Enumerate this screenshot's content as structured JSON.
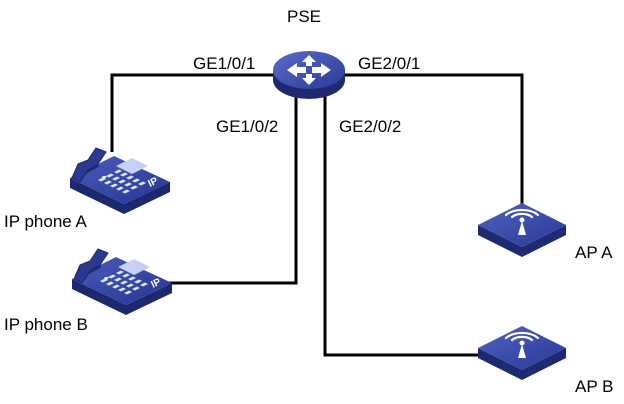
{
  "nodes": {
    "pse": "PSE",
    "phone_a": "IP phone A",
    "phone_b": "IP phone B",
    "ap_a": "AP A",
    "ap_b": "AP B"
  },
  "ports": {
    "ge101": "GE1/0/1",
    "ge102": "GE1/0/2",
    "ge201": "GE2/0/1",
    "ge202": "GE2/0/2"
  },
  "phone_badge": "IP",
  "colors": {
    "device_blue": "#2f3f9e",
    "device_dark": "#1d2a72",
    "link": "#000000"
  },
  "icons": [
    "switch-icon",
    "ip-phone-icon",
    "wireless-ap-icon"
  ]
}
